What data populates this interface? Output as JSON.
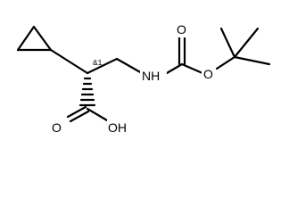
{
  "molecule": {
    "atoms": {
      "nh": "NH",
      "o_carbonyl_top": "O",
      "o_ester": "O",
      "o_acid": "O",
      "oh": "OH"
    },
    "stereo_label": "&1"
  }
}
